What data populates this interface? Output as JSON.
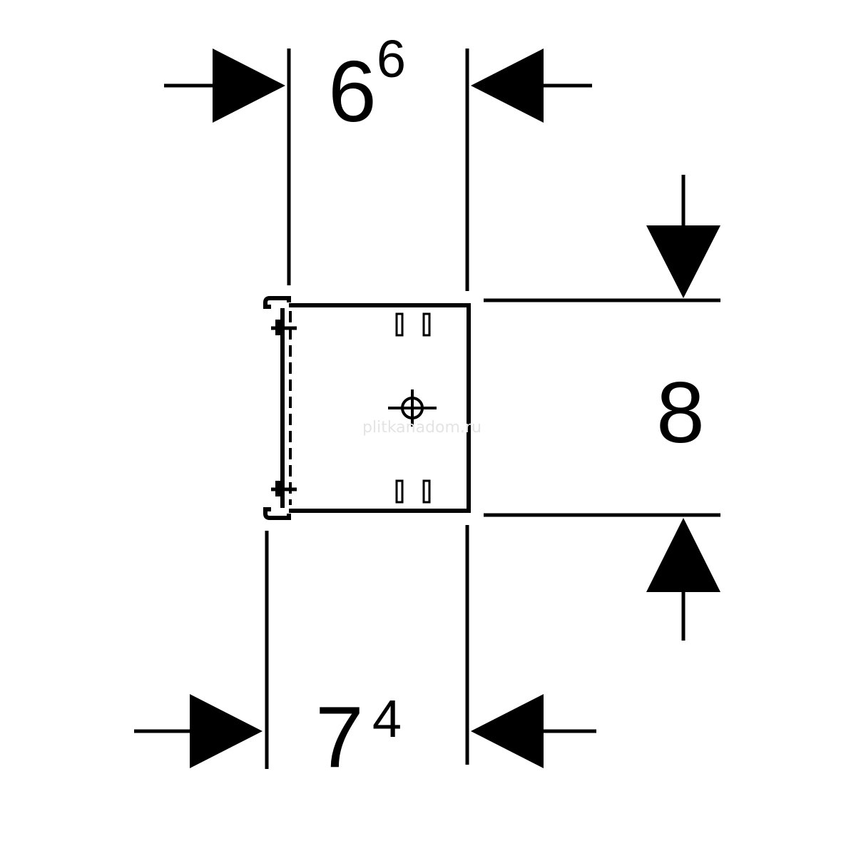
{
  "dimensions": {
    "top_width": {
      "main": "6",
      "sup": "6"
    },
    "bottom_width": {
      "main": "7",
      "sup": "4"
    },
    "height": {
      "main": "8"
    }
  },
  "watermark": "plitkanadom.ru"
}
